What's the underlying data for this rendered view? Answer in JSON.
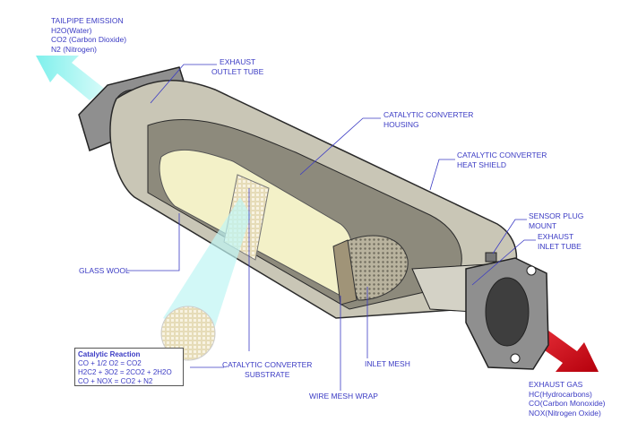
{
  "labels": {
    "tailpipe": {
      "title": "TAILPIPE EMISSION",
      "lines": [
        "H2O(Water)",
        "CO2 (Carbon Dioxide)",
        "N2 (Nitrogen)"
      ]
    },
    "outlet_tube": [
      "EXHAUST",
      "OUTLET TUBE"
    ],
    "housing": [
      "CATALYTIC CONVERTER",
      "HOUSING"
    ],
    "heat_shield": [
      "CATALYTIC CONVERTER",
      "HEAT SHIELD"
    ],
    "sensor": [
      "SENSOR PLUG",
      "MOUNT"
    ],
    "inlet_tube": [
      "EXHAUST",
      "INLET TUBE"
    ],
    "glass_wool": "GLASS WOOL",
    "substrate": [
      "CATALYTIC CONVERTER",
      "SUBSTRATE"
    ],
    "wire_mesh": "WIRE MESH WRAP",
    "inlet_mesh": "INLET MESH",
    "exhaust_gas": {
      "title": "EXHAUST GAS",
      "lines": [
        "HC(Hydrocarbons)",
        "CO(Carbon Monoxide)",
        "NOX(Nitrogen Oxide)"
      ]
    }
  },
  "reaction_box": {
    "title": "Catalytic Reaction",
    "equations": [
      "CO + 1/2 O2 = CO2",
      "H2C2 + 3O2 = 2CO2 + 2H2O",
      "CO + NOX = CO2 + N2"
    ]
  },
  "colors": {
    "text": "#3b3bc4",
    "outflow_arrow": "#8ff0ec",
    "inflow_arrow": "#c0101a",
    "housing": "#c9c6b6",
    "substrate": "#f3f1c8"
  }
}
